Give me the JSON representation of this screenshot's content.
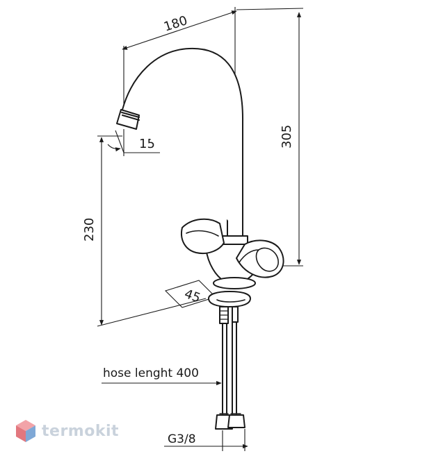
{
  "dimensions": {
    "spout_reach": "180",
    "total_height": "305",
    "outlet_height": "230",
    "aerator_angle": "15",
    "base_width": "45"
  },
  "labels": {
    "hose": "hose lenght 400",
    "thread": "G3/8"
  },
  "brand": {
    "name": "termokit"
  },
  "colors": {
    "line": "#1a1a1a",
    "logo_top": "#f2a3a8",
    "logo_left": "#e2777e",
    "logo_right": "#7fa8d6",
    "brand_text": "#c9d2dc"
  }
}
